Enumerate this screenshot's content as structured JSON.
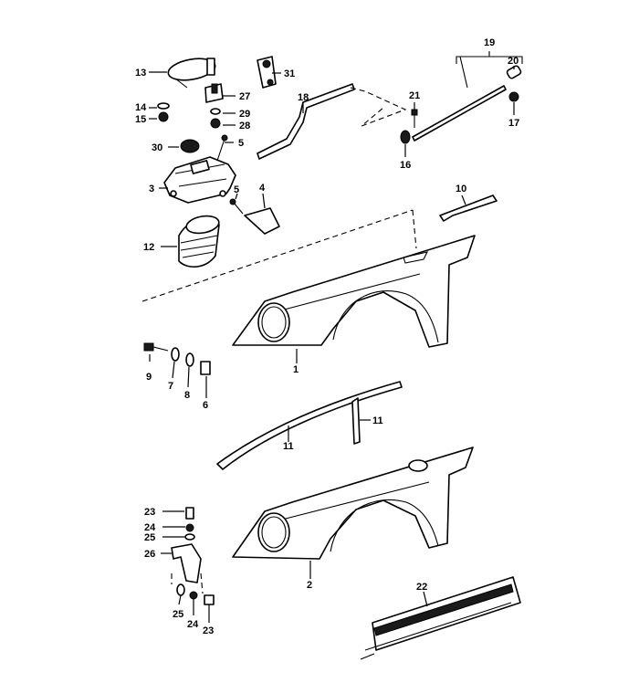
{
  "callouts": [
    "1",
    "2",
    "3",
    "4",
    "5",
    "5",
    "6",
    "7",
    "8",
    "9",
    "10",
    "11",
    "11",
    "12",
    "13",
    "14",
    "15",
    "16",
    "17",
    "18",
    "19",
    "20",
    "21",
    "22",
    "23",
    "23",
    "24",
    "24",
    "25",
    "25",
    "26",
    "27",
    "28",
    "29",
    "30",
    "31"
  ]
}
